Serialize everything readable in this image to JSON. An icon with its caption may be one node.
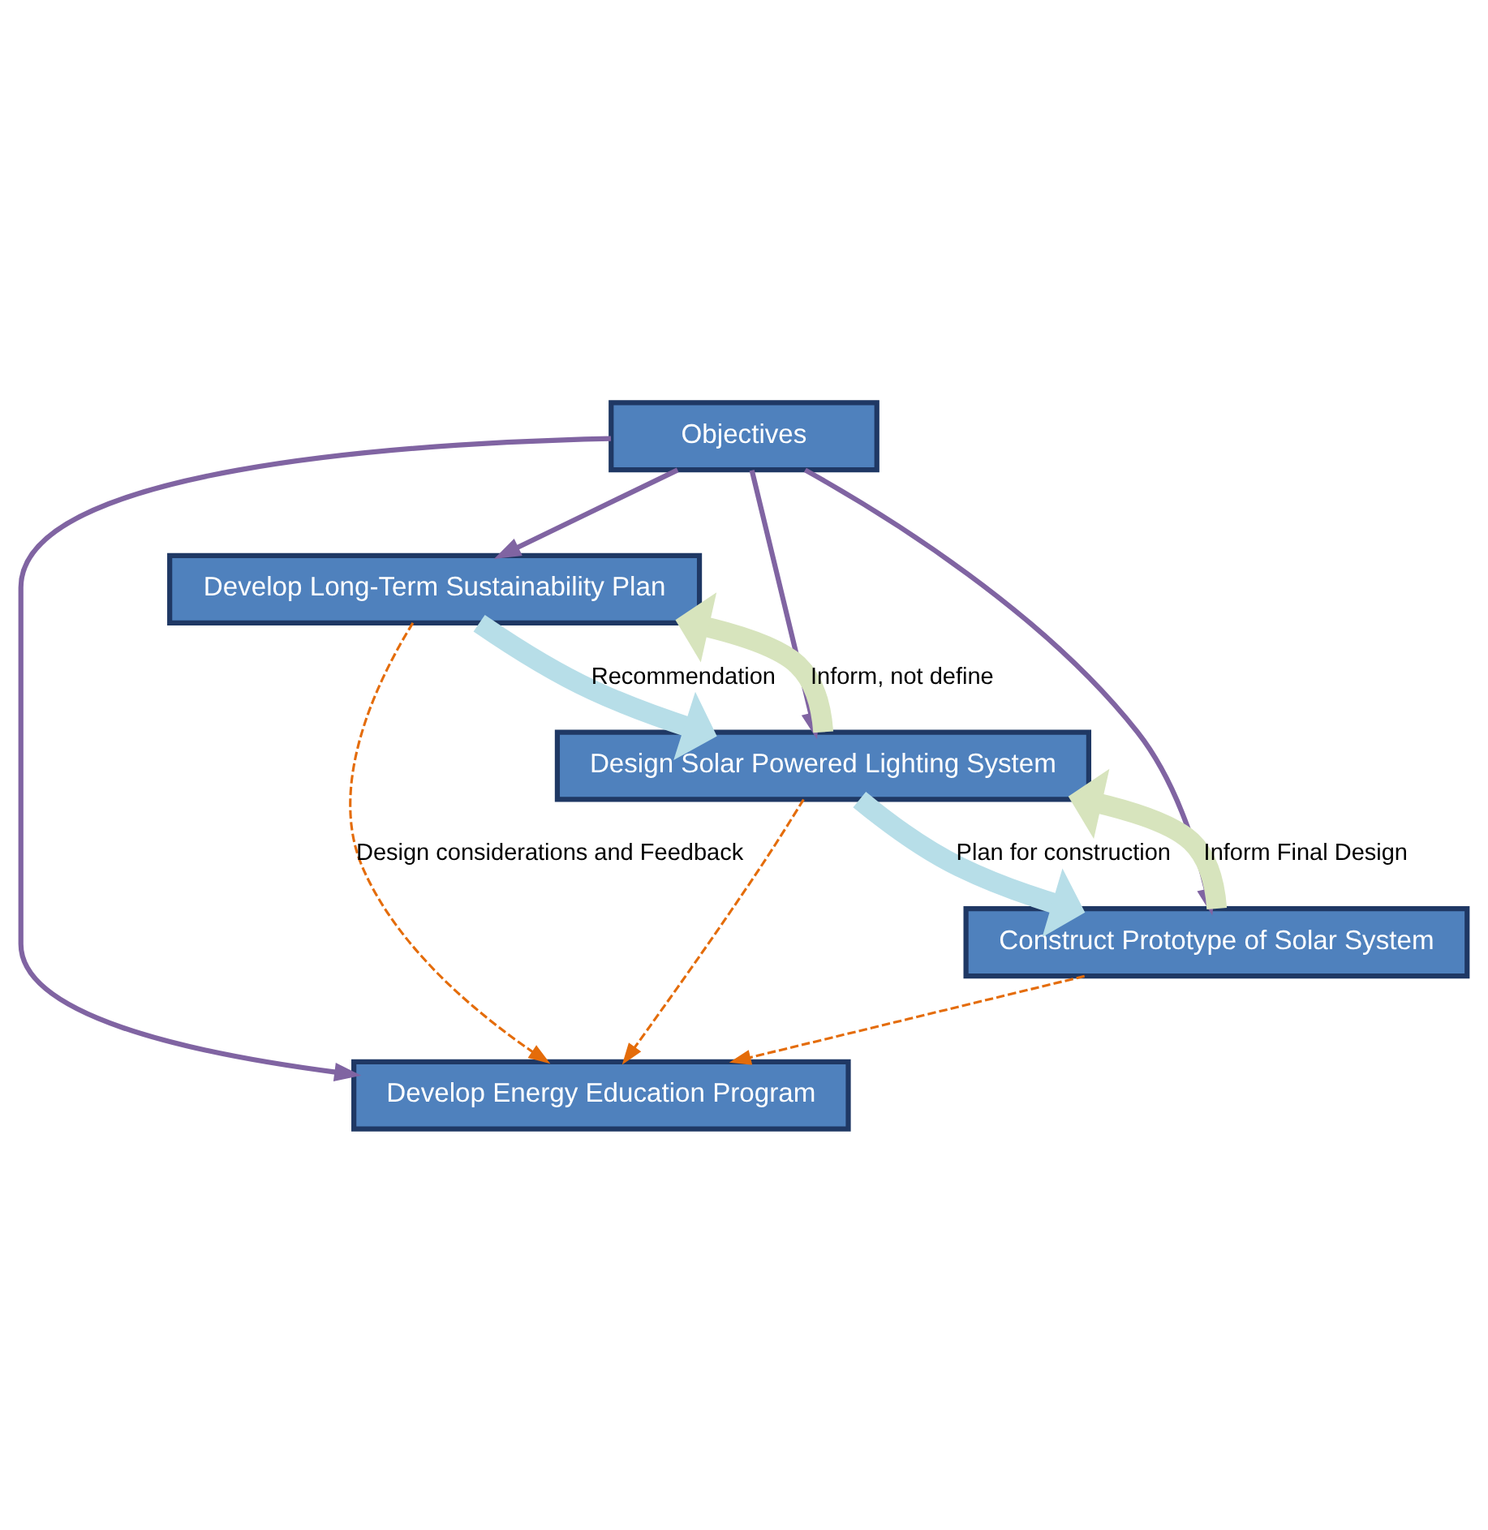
{
  "diagram": {
    "nodes": [
      {
        "text": [
          "Objectives"
        ]
      },
      {
        "text": [
          "Develop Long-Term Sustainability Plan"
        ]
      },
      {
        "text": [
          "Design Solar Powered Lighting System"
        ]
      },
      {
        "text": [
          "Construct Prototype of Solar System"
        ]
      },
      {
        "text": [
          "Develop Energy Education Program"
        ]
      }
    ],
    "edges": [
      {
        "from": 0,
        "to": 1,
        "arrow": "to"
      },
      {
        "from": 0,
        "to": 2,
        "arrow": "to"
      },
      {
        "from": 0,
        "to": 3,
        "arrow": "to"
      },
      {
        "from": 0,
        "to": 4,
        "arrow": "to"
      },
      {
        "from": 1,
        "to": 2,
        "arrow": "to",
        "label": "Recommendation",
        "style": "thick",
        "color": "#b7dee8"
      },
      {
        "from": 2,
        "to": 3,
        "arrow": "to",
        "label": "Plan for construction",
        "style": "thick",
        "color": "#b7dee8"
      },
      {
        "from": 2,
        "to": 1,
        "arrow": "to",
        "label": "Inform, not define",
        "style": "thick",
        "color": "#d7e4bd"
      },
      {
        "from": 3,
        "to": 2,
        "arrow": "to",
        "label": "Inform Final Design",
        "style": "thick",
        "color": "#d7e4bd"
      },
      {
        "from": 1,
        "to": 4,
        "arrow": "to",
        "label": "Design considerations and Feedback",
        "style": "dashed",
        "color": "#e46c0a"
      },
      {
        "from": 2,
        "to": 4,
        "arrow": "to",
        "style": "dashed",
        "color": "#e46c0a"
      },
      {
        "from": 3,
        "to": 4,
        "arrow": "to",
        "style": "dashed",
        "color": "#e46c0a"
      }
    ]
  }
}
